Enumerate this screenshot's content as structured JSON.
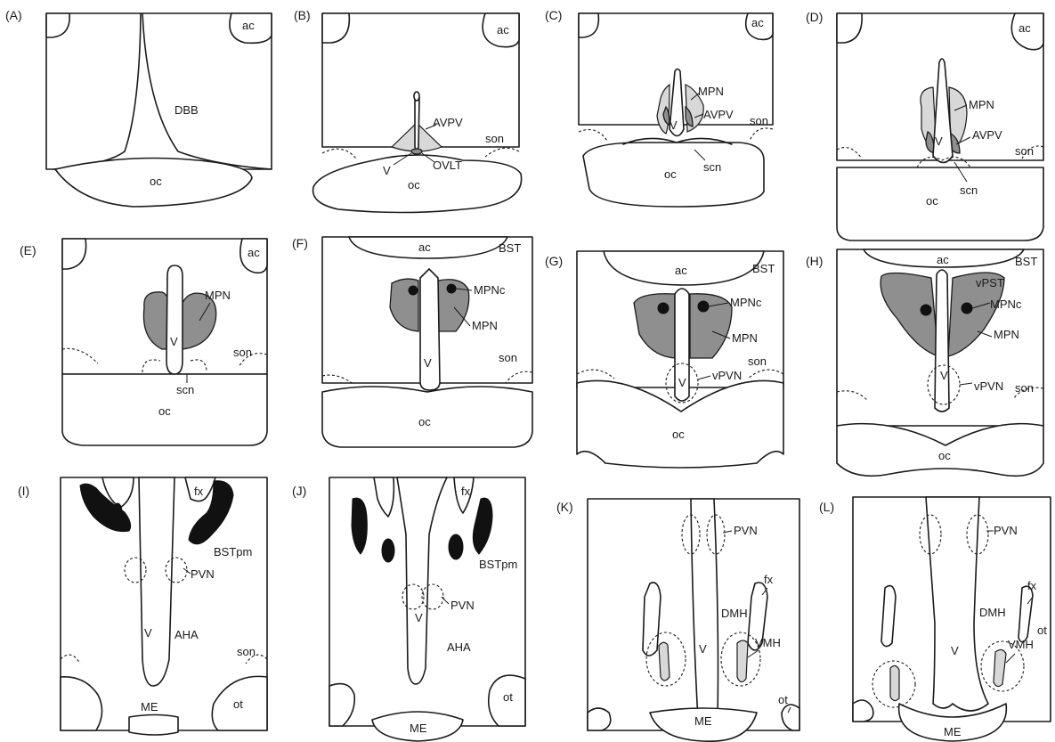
{
  "panels": [
    {
      "id": "A",
      "label": "(A)",
      "structures": [
        "ac",
        "DBB",
        "oc"
      ]
    },
    {
      "id": "B",
      "label": "(B)",
      "structures": [
        "ac",
        "AVPV",
        "son",
        "V",
        "OVLT",
        "oc"
      ]
    },
    {
      "id": "C",
      "label": "(C)",
      "structures": [
        "ac",
        "MPN",
        "AVPV",
        "son",
        "V",
        "scn",
        "oc"
      ]
    },
    {
      "id": "D",
      "label": "(D)",
      "structures": [
        "ac",
        "MPN",
        "AVPV",
        "son",
        "V",
        "scn",
        "oc"
      ]
    },
    {
      "id": "E",
      "label": "(E)",
      "structures": [
        "ac",
        "MPN",
        "V",
        "son",
        "scn",
        "oc"
      ]
    },
    {
      "id": "F",
      "label": "(F)",
      "structures": [
        "ac",
        "BST",
        "MPNc",
        "MPN",
        "V",
        "son",
        "oc"
      ]
    },
    {
      "id": "G",
      "label": "(G)",
      "structures": [
        "ac",
        "BST",
        "MPNc",
        "MPN",
        "son",
        "V",
        "vPVN",
        "oc"
      ]
    },
    {
      "id": "H",
      "label": "(H)",
      "structures": [
        "ac",
        "BST",
        "vPST",
        "MPNc",
        "MPN",
        "V",
        "vPVN",
        "son",
        "oc"
      ]
    },
    {
      "id": "I",
      "label": "(I)",
      "structures": [
        "fx",
        "BSTpm",
        "PVN",
        "son",
        "V",
        "AHA",
        "ot",
        "ME"
      ]
    },
    {
      "id": "J",
      "label": "(J)",
      "structures": [
        "fx",
        "BSTpm",
        "PVN",
        "V",
        "AHA",
        "ot",
        "ME"
      ]
    },
    {
      "id": "K",
      "label": "(K)",
      "structures": [
        "PVN",
        "fx",
        "DMH",
        "V",
        "VMH",
        "ot",
        "ME"
      ]
    },
    {
      "id": "L",
      "label": "(L)",
      "structures": [
        "PVN",
        "fx",
        "DMH",
        "V",
        "ot",
        "VMH",
        "ME"
      ]
    }
  ],
  "colors": {
    "outline": "#1a1a1a",
    "light_shade": "#d8d8d8",
    "dark_shade": "#8f8f8f",
    "black": "#111111"
  }
}
